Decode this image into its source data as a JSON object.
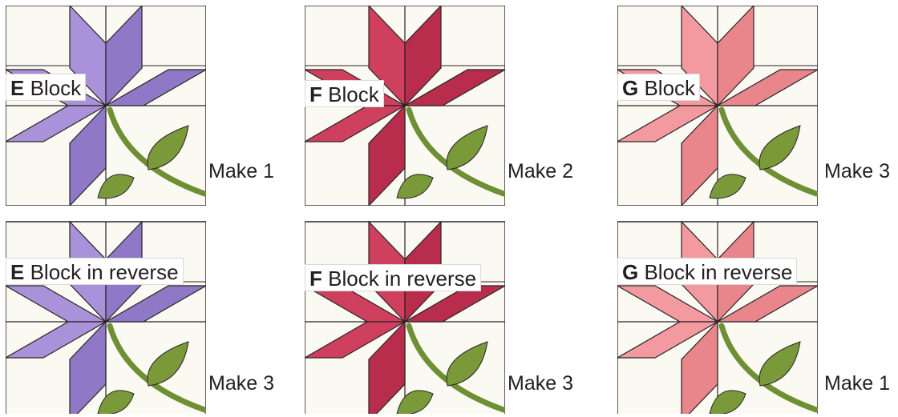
{
  "blocks": [
    {
      "letter": "E",
      "title": "Block",
      "make": "Make 1",
      "reverse": false,
      "color": "#a992d9",
      "color_dark": "#8f78c6"
    },
    {
      "letter": "F",
      "title": "Block",
      "make": "Make 2",
      "reverse": false,
      "color": "#cf3f5e",
      "color_dark": "#b82d4c"
    },
    {
      "letter": "G",
      "title": "Block",
      "make": "Make 3",
      "reverse": false,
      "color": "#f29a9f",
      "color_dark": "#e8868c"
    },
    {
      "letter": "E",
      "title": "Block in reverse",
      "make": "Make 3",
      "reverse": true,
      "color": "#a992d9",
      "color_dark": "#8f78c6"
    },
    {
      "letter": "F",
      "title": "Block in reverse",
      "make": "Make 3",
      "reverse": true,
      "color": "#cf3f5e",
      "color_dark": "#b82d4c"
    },
    {
      "letter": "G",
      "title": "Block in reverse",
      "make": "Make 1",
      "reverse": true,
      "color": "#f29a9f",
      "color_dark": "#e8868c"
    }
  ],
  "colors": {
    "background_fabric": "#fbfaf2",
    "leaf_green": "#7a9a3a",
    "stem_green": "#6f8f35",
    "outline": "#2b2326"
  }
}
